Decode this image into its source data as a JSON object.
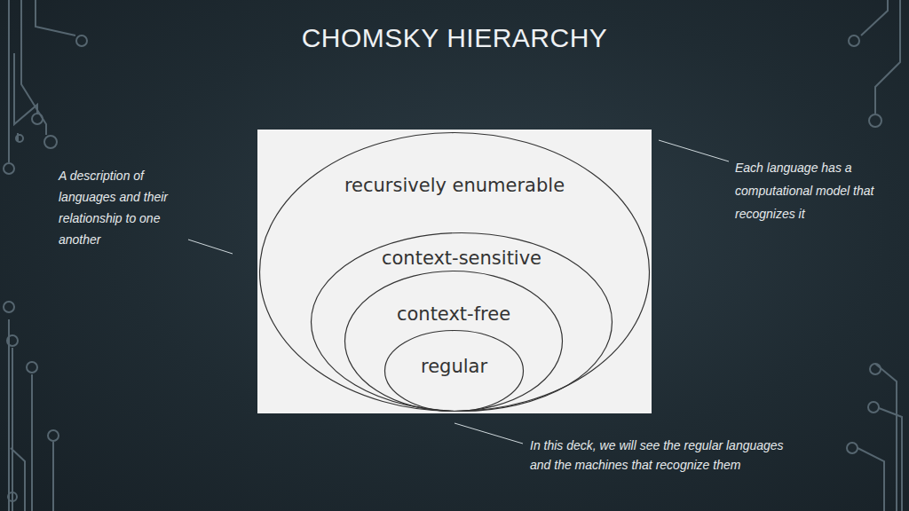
{
  "diagram": {
    "title": "CHOMSKY HIERARCHY",
    "nodes": [
      {
        "text": [
          "recursively enumerable"
        ]
      },
      {
        "text": [
          "context-sensitive"
        ],
        "in": 0
      },
      {
        "text": [
          "context-free"
        ],
        "in": 1
      },
      {
        "text": [
          "regular"
        ],
        "in": 2
      }
    ],
    "labels": [
      "A description of languages and their relationship to one another",
      "Each language has a computational model that recognizes it",
      "In this deck, we will see the regular languages and the machines that recognize them"
    ]
  }
}
